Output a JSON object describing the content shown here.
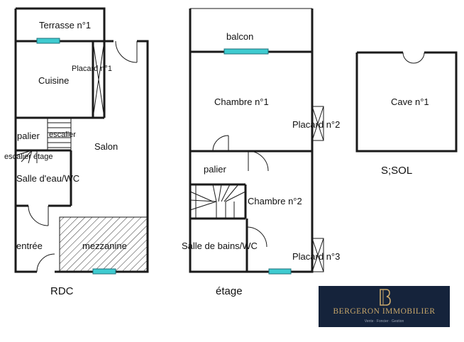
{
  "rdc": {
    "label": "RDC",
    "rooms": {
      "terrasse": "Terrasse n°1",
      "cuisine": "Cuisine",
      "placard1": "Placard n°1",
      "palier": "palier",
      "escalier": "escalier",
      "escalier_etage": "escalier étage",
      "salon": "Salon",
      "salle_eau": "Salle d'eau/WC",
      "entree": "entrée",
      "mezzanine": "mezzanine"
    }
  },
  "etage": {
    "label": "étage",
    "rooms": {
      "balcon": "balcon",
      "chambre1": "Chambre n°1",
      "placard2": "Placard n°2",
      "palier": "palier",
      "chambre2": "Chambre n°2",
      "salle_bains": "Salle de bains/WC",
      "placard3": "Placard n°3"
    }
  },
  "ssol": {
    "label": "S;SOL",
    "rooms": {
      "cave1": "Cave n°1"
    }
  },
  "logo": {
    "name": "BERGERON IMMOBILIER",
    "tagline": "Vente · Foncier · Gestion",
    "background": "#15233b",
    "accent": "#c7a66a"
  },
  "colors": {
    "window": "#3fcbd0",
    "walls": "#1a1a1a"
  }
}
